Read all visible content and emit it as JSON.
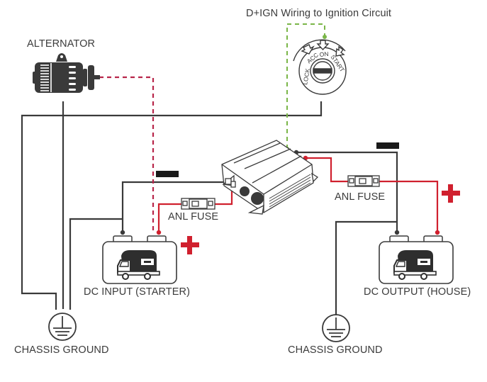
{
  "diagram": {
    "title": "D+IGN Wiring to Ignition Circuit",
    "components": {
      "alternator": {
        "label": "ALTERNATOR"
      },
      "ignition_switch": {
        "positions": [
          "LOCK",
          "ACC",
          "ON",
          "START"
        ]
      },
      "dc_dc_charger": {
        "label": ""
      },
      "fuse_input": {
        "label": "ANL FUSE"
      },
      "fuse_output": {
        "label": "ANL FUSE"
      },
      "battery_input": {
        "label": "DC INPUT (STARTER)",
        "positive_symbol": "+",
        "negative_symbol": "−"
      },
      "battery_output": {
        "label": "DC OUTPUT (HOUSE)",
        "positive_symbol": "+",
        "negative_symbol": "−"
      },
      "ground_left": {
        "label": "CHASSIS GROUND"
      },
      "ground_right": {
        "label": "CHASSIS GROUND"
      }
    },
    "colors": {
      "ground_wire": "#3a3a3a",
      "positive_wire": "#d0202e",
      "alternator_signal": "#b8264a",
      "ignition_signal": "#7ab648",
      "text": "#3b3b3b"
    }
  }
}
